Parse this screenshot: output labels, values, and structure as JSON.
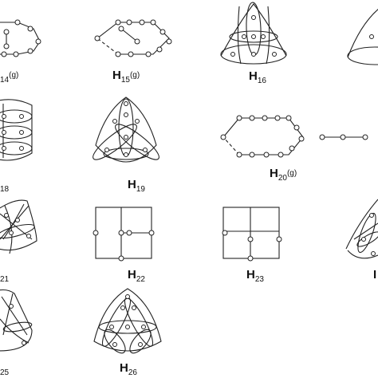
{
  "figure": {
    "labels": [
      {
        "id": "h14",
        "prefix": "",
        "sub": "14",
        "suffix": "(g)"
      },
      {
        "id": "h15",
        "prefix": "H",
        "sub": "15",
        "suffix": "(g)"
      },
      {
        "id": "h16",
        "prefix": "H",
        "sub": "16",
        "suffix": ""
      },
      {
        "id": "h18",
        "prefix": "",
        "sub": "18",
        "suffix": ""
      },
      {
        "id": "h19",
        "prefix": "H",
        "sub": "19",
        "suffix": ""
      },
      {
        "id": "h20",
        "prefix": "H",
        "sub": "20",
        "suffix": "(g)"
      },
      {
        "id": "h21",
        "prefix": "",
        "sub": "21",
        "suffix": ""
      },
      {
        "id": "h22",
        "prefix": "H",
        "sub": "22",
        "suffix": ""
      },
      {
        "id": "h23",
        "prefix": "H",
        "sub": "23",
        "suffix": ""
      },
      {
        "id": "h24",
        "prefix": "I",
        "sub": "",
        "suffix": ""
      },
      {
        "id": "h25",
        "prefix": "",
        "sub": "25",
        "suffix": ""
      },
      {
        "id": "h26",
        "prefix": "H",
        "sub": "26",
        "suffix": ""
      }
    ]
  }
}
